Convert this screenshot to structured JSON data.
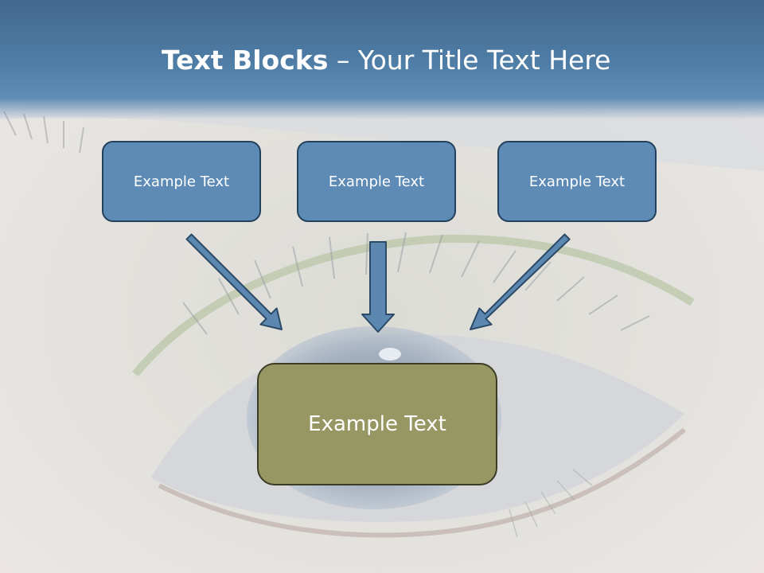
{
  "slide": {
    "title_bold": "Text Blocks",
    "title_dash": " – ",
    "title_rest": "Your Title Text Here"
  },
  "diagram": {
    "top_boxes": [
      {
        "label": "Example Text"
      },
      {
        "label": "Example Text"
      },
      {
        "label": "Example Text"
      }
    ],
    "bottom_box": {
      "label": "Example Text"
    }
  },
  "colors": {
    "header": "#4f7ea7",
    "top_box_fill": "#5d8bb6",
    "top_box_border": "#23405c",
    "bottom_box_fill": "#979764",
    "bottom_box_border": "#3c3c26",
    "arrow_fill": "#5b87b0",
    "arrow_stroke": "#2b4a68"
  }
}
